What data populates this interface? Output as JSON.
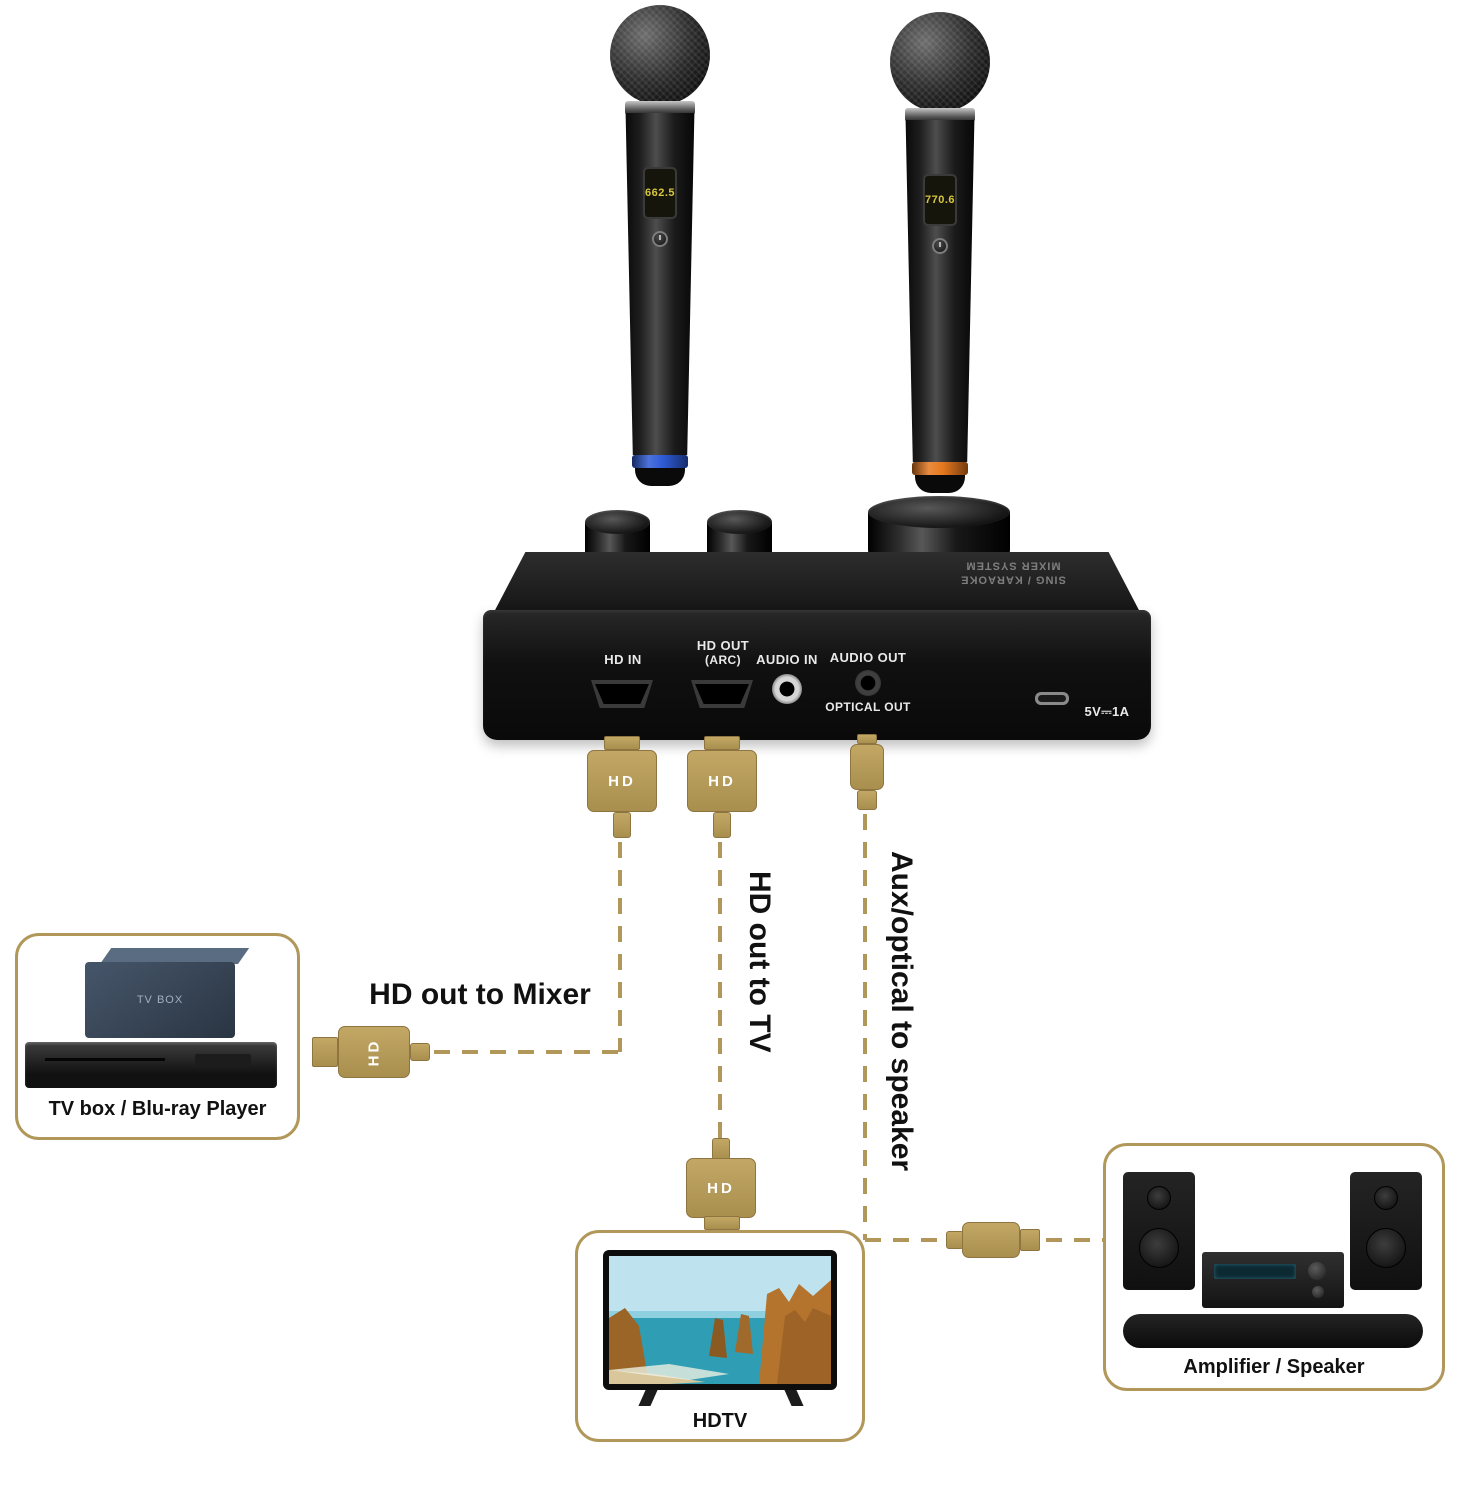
{
  "colors": {
    "gold": "#b1985a",
    "device_black": "#141414",
    "mic_ring_left": "#2e5bd7",
    "mic_ring_right": "#e6781e",
    "display_text": "#d8c63e"
  },
  "microphones": {
    "left": {
      "display_freq": "662.5"
    },
    "right": {
      "display_freq": "770.6"
    }
  },
  "mixer": {
    "top_text_line1": "SING / KARAOKE",
    "top_text_line2": "MIXER SYSTEM",
    "ports": {
      "hd_in": "HD IN",
      "hd_out": "HD OUT",
      "hd_out_sub": "(ARC)",
      "audio_in": "AUDIO IN",
      "audio_out": "AUDIO OUT",
      "optical_out": "OPTICAL OUT",
      "power": "5V⎓1A"
    }
  },
  "connectors": {
    "hd_label": "HD"
  },
  "annotations": {
    "hd_out_to_mixer": "HD out to Mixer",
    "hd_out_to_tv": "HD out to TV",
    "aux_optical_to_speaker": "Aux/optical to speaker"
  },
  "devices": {
    "tv_box": {
      "label": "TV BOX",
      "caption": "TV box / Blu-ray Player"
    },
    "hdtv": {
      "caption": "HDTV"
    },
    "amplifier": {
      "caption": "Amplifier / Speaker"
    }
  }
}
